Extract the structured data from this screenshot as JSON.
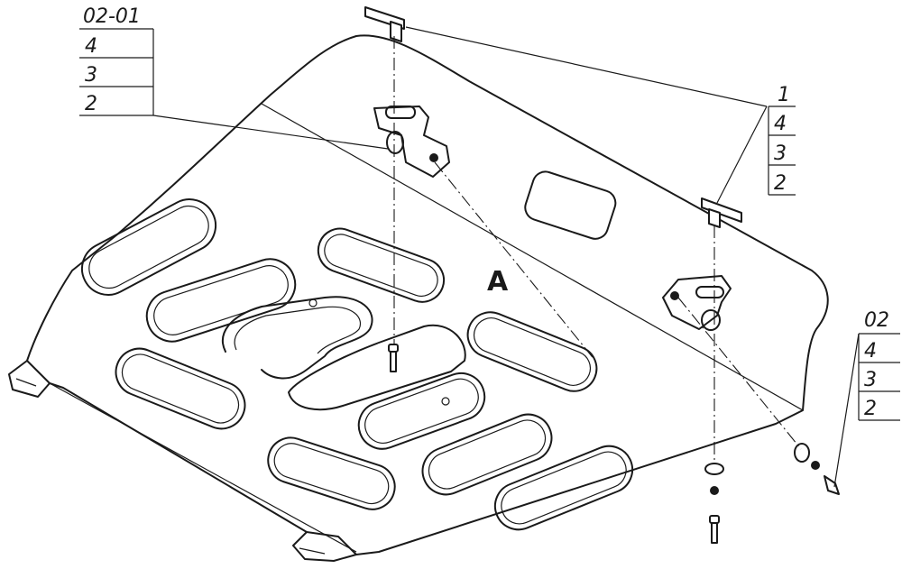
{
  "callouts": {
    "top_left": {
      "code": "02-01",
      "items": [
        "4",
        "3",
        "2"
      ]
    },
    "right_mid": {
      "code": "1",
      "items": [
        "4",
        "3",
        "2"
      ]
    },
    "bottom_right": {
      "code": "02",
      "items": [
        "4",
        "3",
        "2"
      ]
    }
  },
  "part_marking": "A"
}
